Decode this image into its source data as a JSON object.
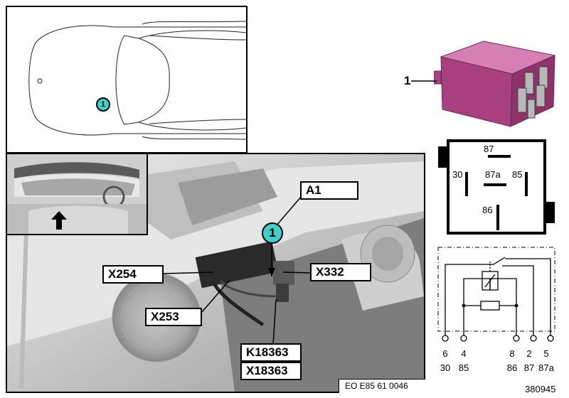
{
  "car_overview": {
    "position_marker": "1"
  },
  "photo": {
    "callouts": {
      "a1": "A1",
      "x254": "X254",
      "x253": "X253",
      "x332": "X332",
      "k18363": "K18363",
      "x18363": "X18363"
    },
    "position_marker": "1",
    "reference": "EO E85 61 0046"
  },
  "relay": {
    "part_number": "1",
    "body_color": "#b5468f",
    "top_pins": {
      "t87": "87",
      "t30": "30",
      "t87a": "87a",
      "t85": "85",
      "t86": "86"
    }
  },
  "schematic": {
    "pins": [
      {
        "number": "6",
        "terminal": "30"
      },
      {
        "number": "4",
        "terminal": "85"
      },
      {
        "number": "8",
        "terminal": "86"
      },
      {
        "number": "2",
        "terminal": "87"
      },
      {
        "number": "5",
        "terminal": "87a"
      }
    ]
  },
  "figure_id": "380945"
}
